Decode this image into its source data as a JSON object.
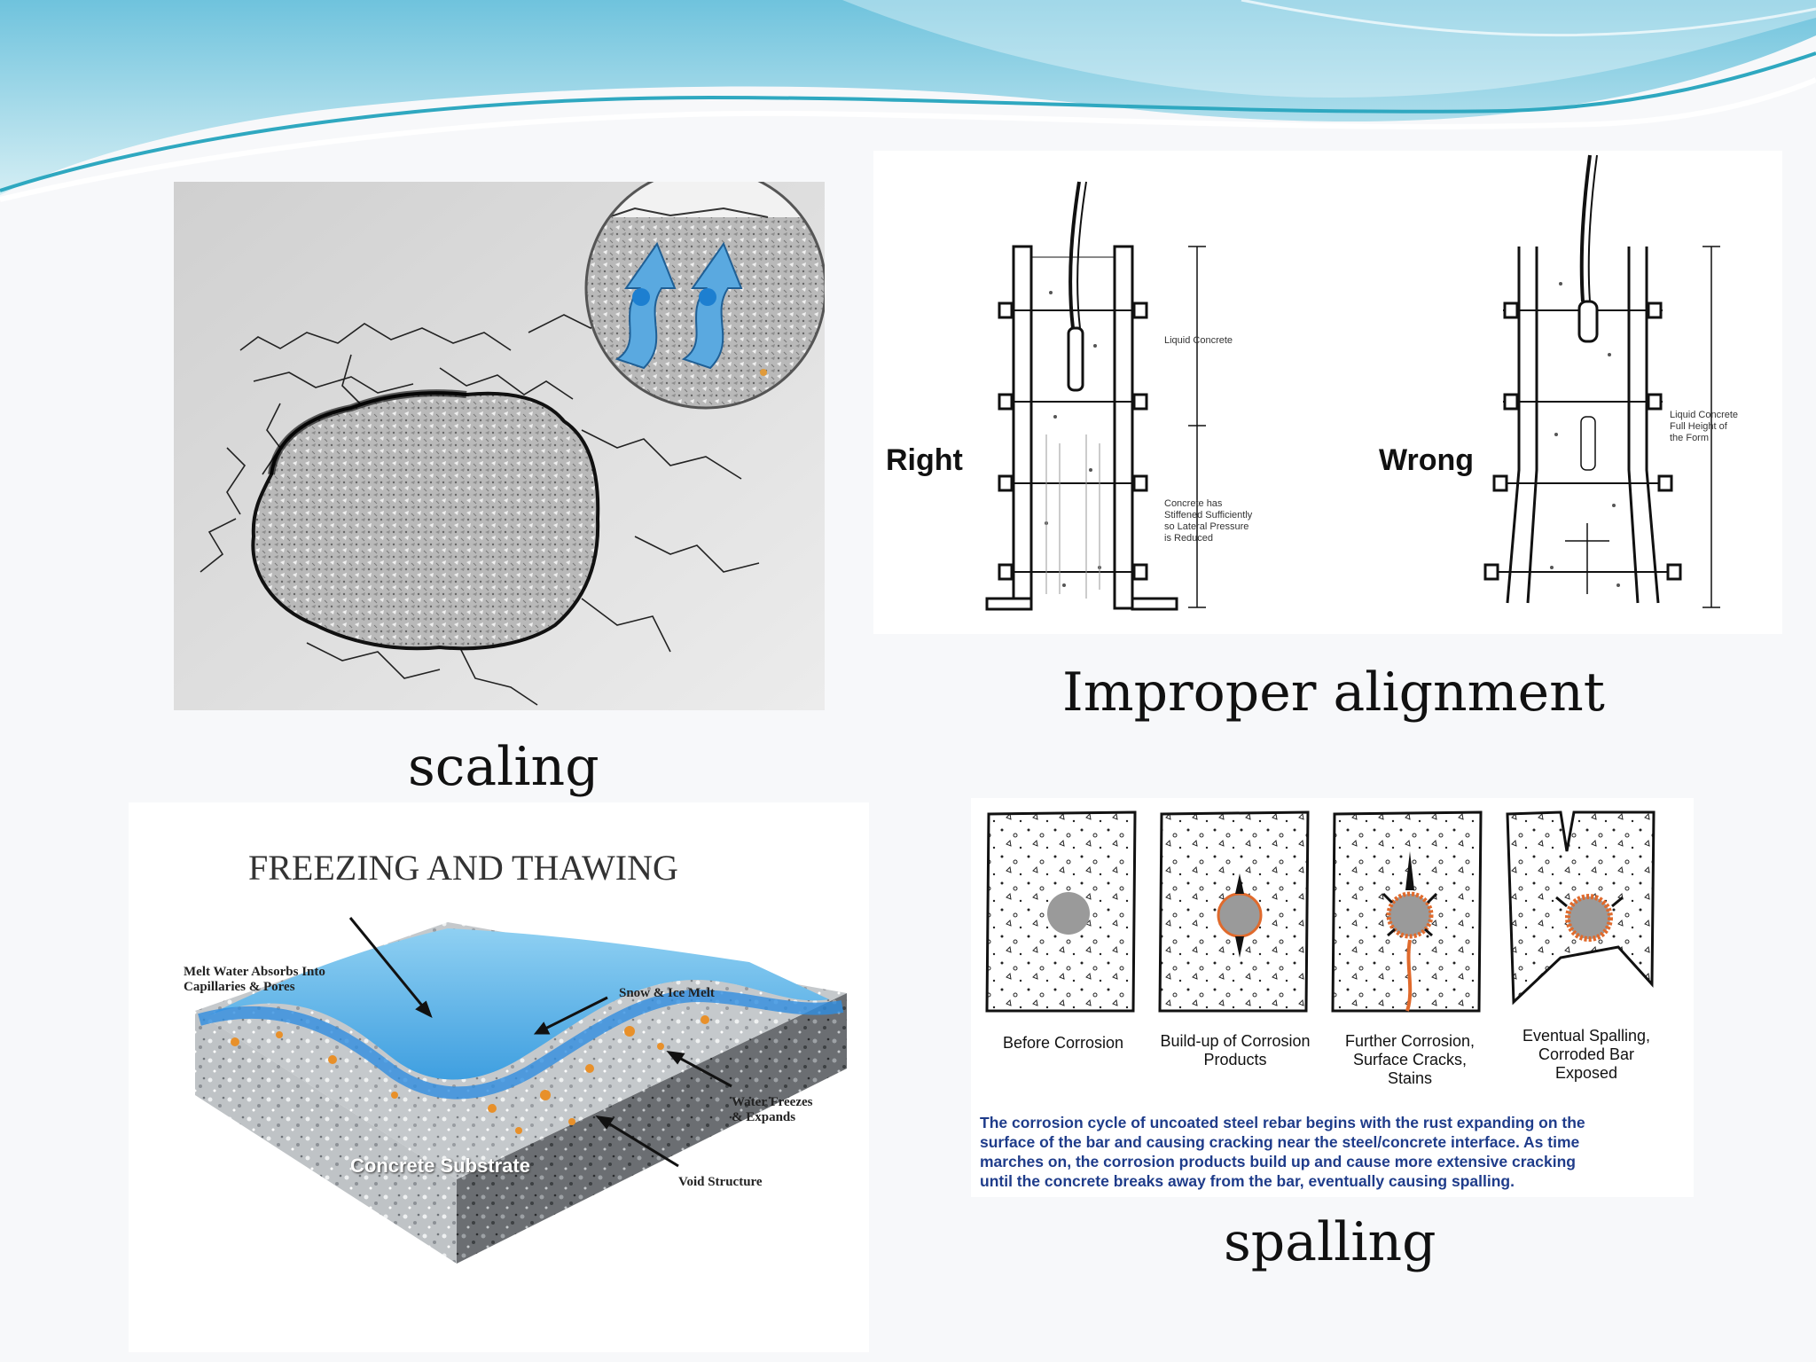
{
  "captions": {
    "scaling": "scaling",
    "improper_alignment": "Improper alignment",
    "spalling": "spalling"
  },
  "formwork": {
    "right_label": "Right",
    "wrong_label": "Wrong",
    "note_liquid": "Liquid Concrete",
    "note_stiffened": [
      "Concrete has",
      "Stiffened Sufficiently",
      "so Lateral Pressure",
      "is Reduced"
    ],
    "note_full_height": [
      "Liquid Concrete",
      "Full Height of",
      "the Form"
    ]
  },
  "freezing": {
    "title": "FREEZING AND THAWING",
    "label_melt": [
      "Melt Water Absorbs Into",
      "Capillaries & Pores"
    ],
    "label_snow": "Snow & Ice Melt",
    "label_freeze": [
      "Water Freezes",
      "& Expands"
    ],
    "label_substrate": "Concrete Substrate",
    "label_void": "Void Structure"
  },
  "corrosion": {
    "stages": [
      [
        "Before Corrosion"
      ],
      [
        "Build-up of Corrosion",
        "Products"
      ],
      [
        "Further Corrosion,",
        "Surface Cracks,",
        "Stains"
      ],
      [
        "Eventual Spalling,",
        "Corroded Bar",
        "Exposed"
      ]
    ],
    "description": [
      "The corrosion cycle of uncoated steel rebar begins with the rust expanding on the",
      "surface of the bar and causing cracking near the steel/concrete interface. As time",
      "marches on, the corrosion products build up and cause more extensive cracking",
      "until the concrete breaks away from the bar, eventually causing spalling."
    ],
    "description_color": "#1f3c8a",
    "rust_color": "#e06a2c",
    "bar_color": "#9a9a9a"
  },
  "colors": {
    "wave_teal": "#5fc8d8",
    "wave_light": "#bfe9f0",
    "water_blue": "#4aa3dc",
    "rust_orange": "#e8902a"
  }
}
